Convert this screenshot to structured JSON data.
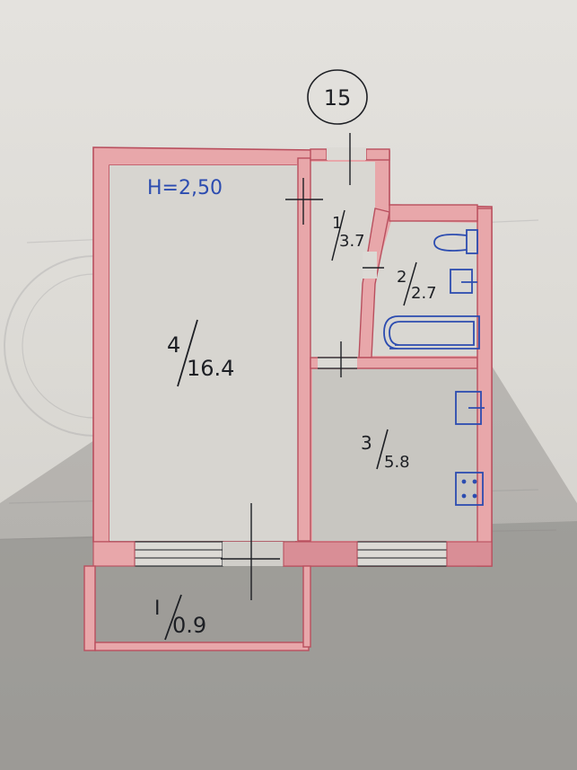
{
  "plan": {
    "unit_number": "15",
    "ceiling_height": "H=2,50",
    "rooms": [
      {
        "index": "1",
        "area": "3.7"
      },
      {
        "index": "2",
        "area": "2.7"
      },
      {
        "index": "3",
        "area": "5.8"
      },
      {
        "index": "4",
        "area": "16.4"
      },
      {
        "index": "I",
        "area": "0.9"
      }
    ]
  },
  "colors": {
    "paper": "#dcdad5",
    "wall_fill": "#e8a7aa",
    "wall_outline": "#b94f5e",
    "ink": "#1d1f24",
    "fixtures": "#2c4cb0"
  }
}
